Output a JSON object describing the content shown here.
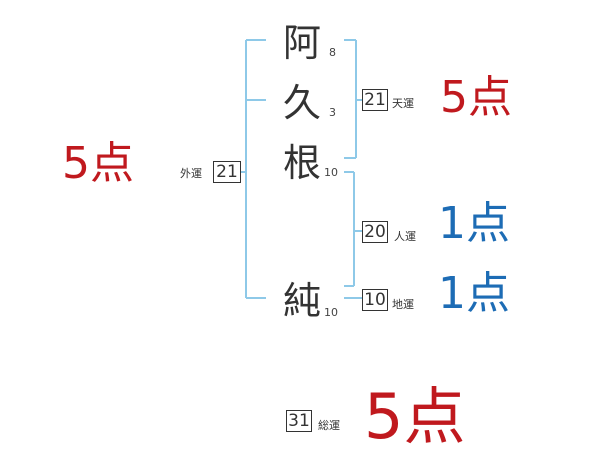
{
  "name_chars": [
    {
      "char": "阿",
      "strokes": "8"
    },
    {
      "char": "久",
      "strokes": "3"
    },
    {
      "char": "根",
      "strokes": "10"
    },
    {
      "char": "純",
      "strokes": "10"
    }
  ],
  "gaiun": {
    "value": "21",
    "label": "外運",
    "score": "5点"
  },
  "tenun": {
    "value": "21",
    "label": "天運",
    "score": "5点"
  },
  "jinun": {
    "value": "20",
    "label": "人運",
    "score": "1点"
  },
  "chiun": {
    "value": "10",
    "label": "地運",
    "score": "1点"
  },
  "souun": {
    "value": "31",
    "label": "総運",
    "score": "5点"
  },
  "colors": {
    "good": "#c0191e",
    "bad": "#1d6cb5",
    "bracket": "#8ec9e8"
  }
}
